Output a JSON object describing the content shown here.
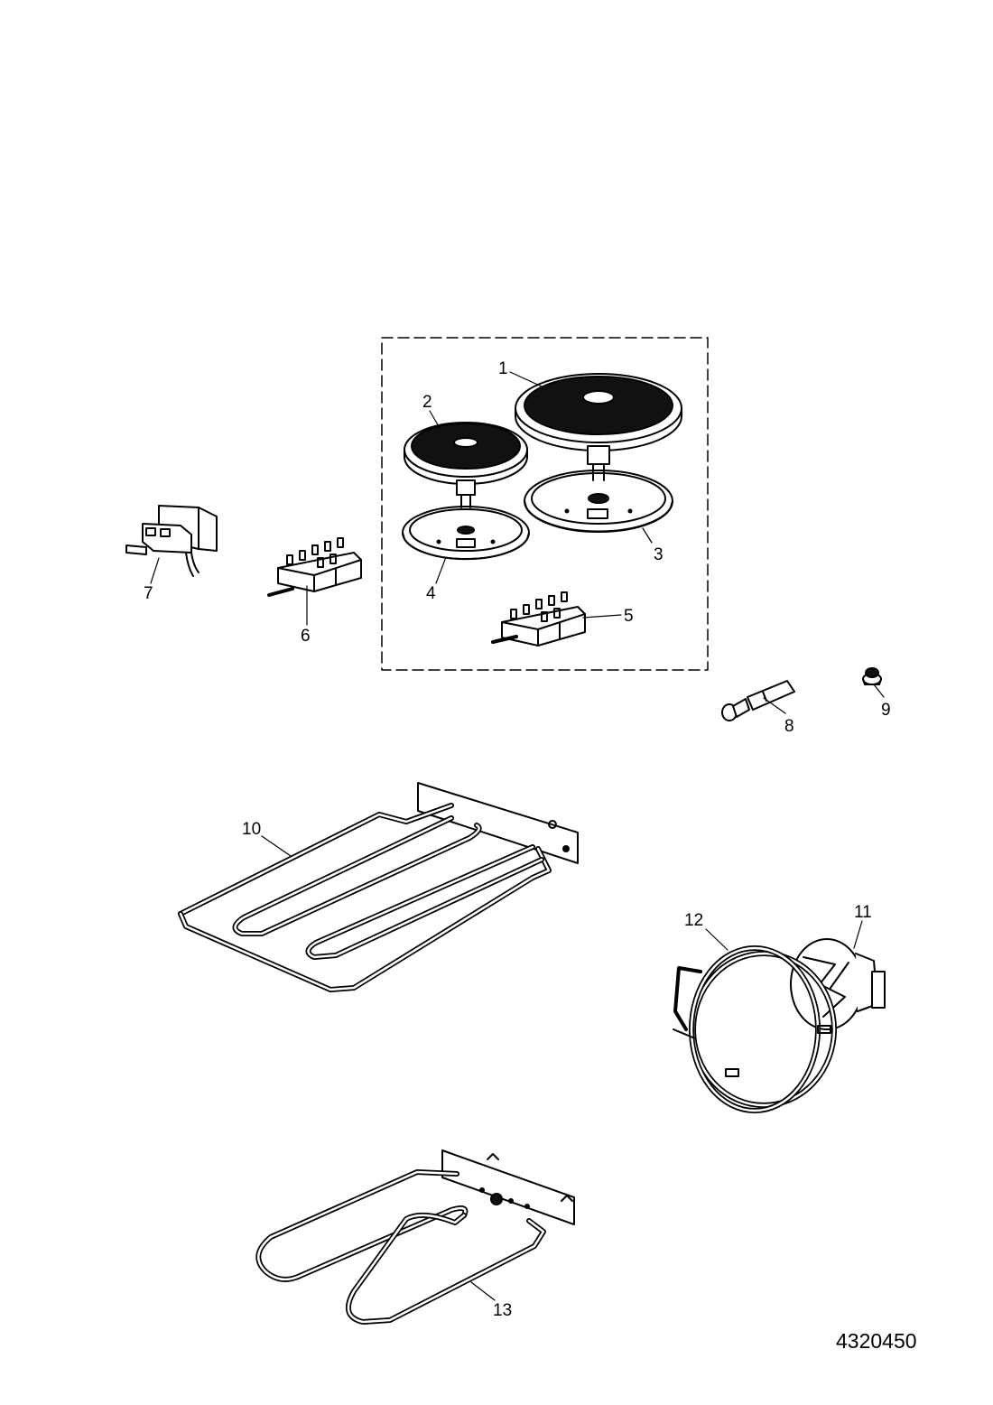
{
  "parts": [
    {
      "id": "part-1",
      "label": "1",
      "icon": "large-hotplate"
    },
    {
      "id": "part-2",
      "label": "2",
      "icon": "small-hotplate"
    },
    {
      "id": "part-3",
      "label": "3",
      "icon": "large-hotplate-pan"
    },
    {
      "id": "part-4",
      "label": "4",
      "icon": "small-hotplate-pan"
    },
    {
      "id": "part-5",
      "label": "5",
      "icon": "rotary-switch"
    },
    {
      "id": "part-6",
      "label": "6",
      "icon": "rotary-switch"
    },
    {
      "id": "part-7",
      "label": "7",
      "icon": "thermostat"
    },
    {
      "id": "part-8",
      "label": "8",
      "icon": "pilot-lamp"
    },
    {
      "id": "part-9",
      "label": "9",
      "icon": "grommet"
    },
    {
      "id": "part-10",
      "label": "10",
      "icon": "grill-heating-element"
    },
    {
      "id": "part-11",
      "label": "11",
      "icon": "fan-motor"
    },
    {
      "id": "part-12",
      "label": "12",
      "icon": "circular-heating-element"
    },
    {
      "id": "part-13",
      "label": "13",
      "icon": "bottom-heating-element"
    }
  ],
  "drawing_number": "4320450"
}
